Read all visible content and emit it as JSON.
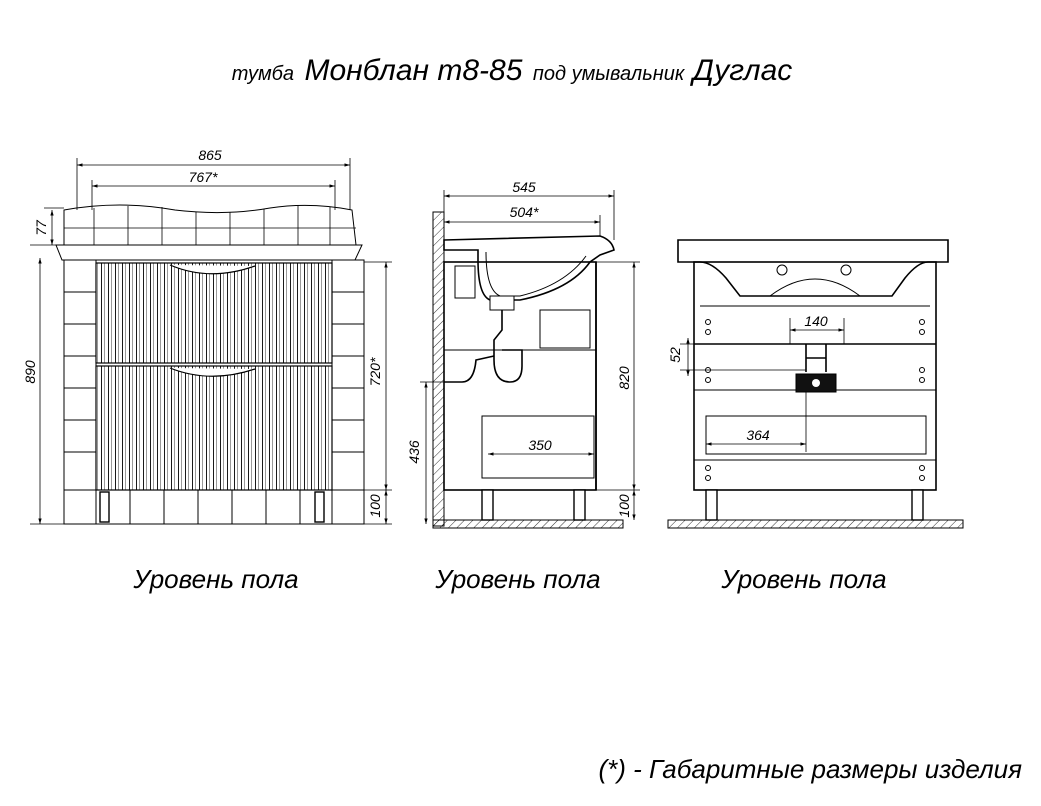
{
  "title": {
    "prefix": "тумба",
    "model": "Монблан т8-85",
    "middle": "под умывальник",
    "sink": "Дуглас"
  },
  "front_view": {
    "width_total": "865",
    "width_body": "767*",
    "top_thickness": "77",
    "height_total": "890",
    "body_height": "720*",
    "leg_height": "100",
    "floor_label": "Уровень пола"
  },
  "side_view": {
    "depth_total": "545",
    "depth_body": "504*",
    "height_body": "820",
    "drain_height": "436",
    "shelf_depth": "350",
    "leg_height": "100",
    "floor_label": "Уровень пола"
  },
  "back_view": {
    "pipe_spacing": "140",
    "pipe_offset": "52",
    "center_offset": "364",
    "floor_label": "Уровень пола"
  },
  "footnote": "(*) - Габаритные размеры изделия"
}
